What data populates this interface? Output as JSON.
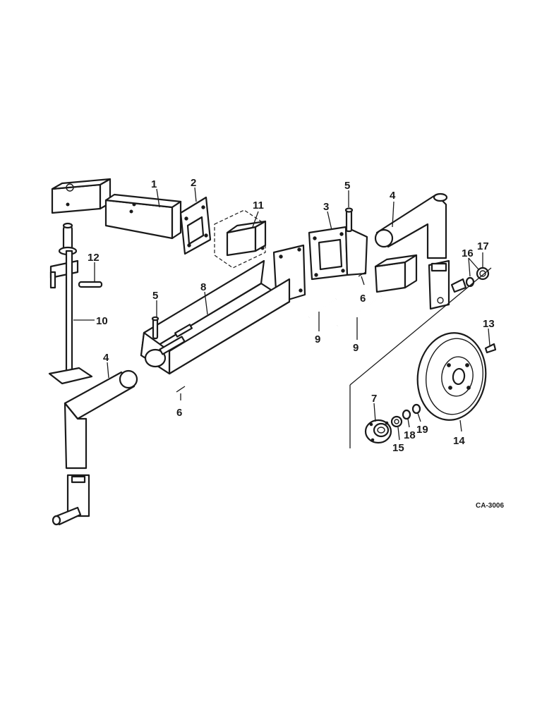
{
  "callouts": {
    "c1": "1",
    "c2": "2",
    "c3": "3",
    "c4a": "4",
    "c4b": "4",
    "c5a": "5",
    "c5b": "5",
    "c6a": "6",
    "c6b": "6",
    "c7": "7",
    "c8": "8",
    "c9a": "9",
    "c9b": "9",
    "c10": "10",
    "c11": "11",
    "c12": "12",
    "c13": "13",
    "c14": "14",
    "c15": "15",
    "c16": "16",
    "c17": "17",
    "c18": "18",
    "c19": "19"
  },
  "drawing_ref": "CA-3006"
}
